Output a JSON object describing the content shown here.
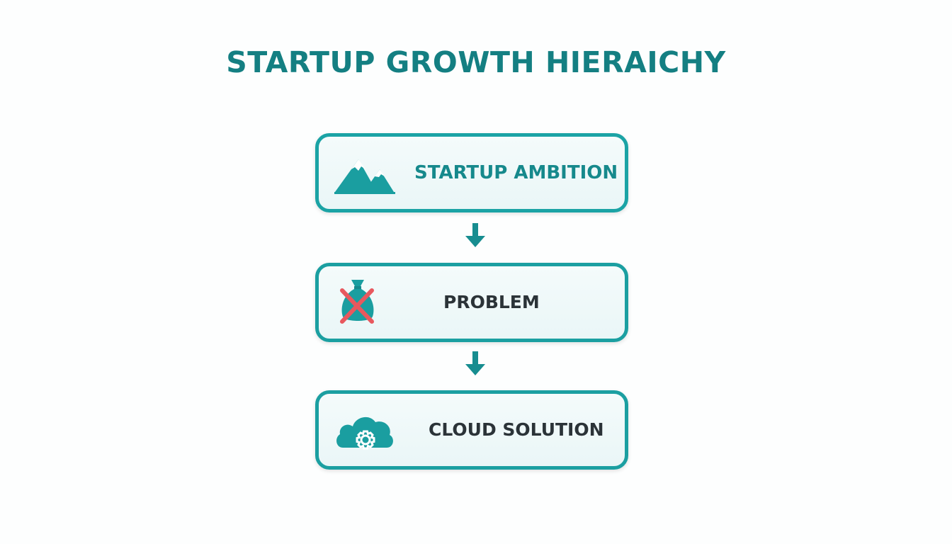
{
  "title": "STARTUP GROWTH HIERAICHY",
  "steps": [
    {
      "label": "STARTUP AMBITION",
      "icon": "mountain-icon"
    },
    {
      "label": "PROBLEM",
      "icon": "crossed-money-bag-icon"
    },
    {
      "label": "CLOUD SOLUTION",
      "icon": "cloud-gear-icon"
    }
  ],
  "colors": {
    "accent": "#1a9ea0",
    "title": "#147f82",
    "label_dark": "#2b3338",
    "cross": "#e8585e"
  }
}
